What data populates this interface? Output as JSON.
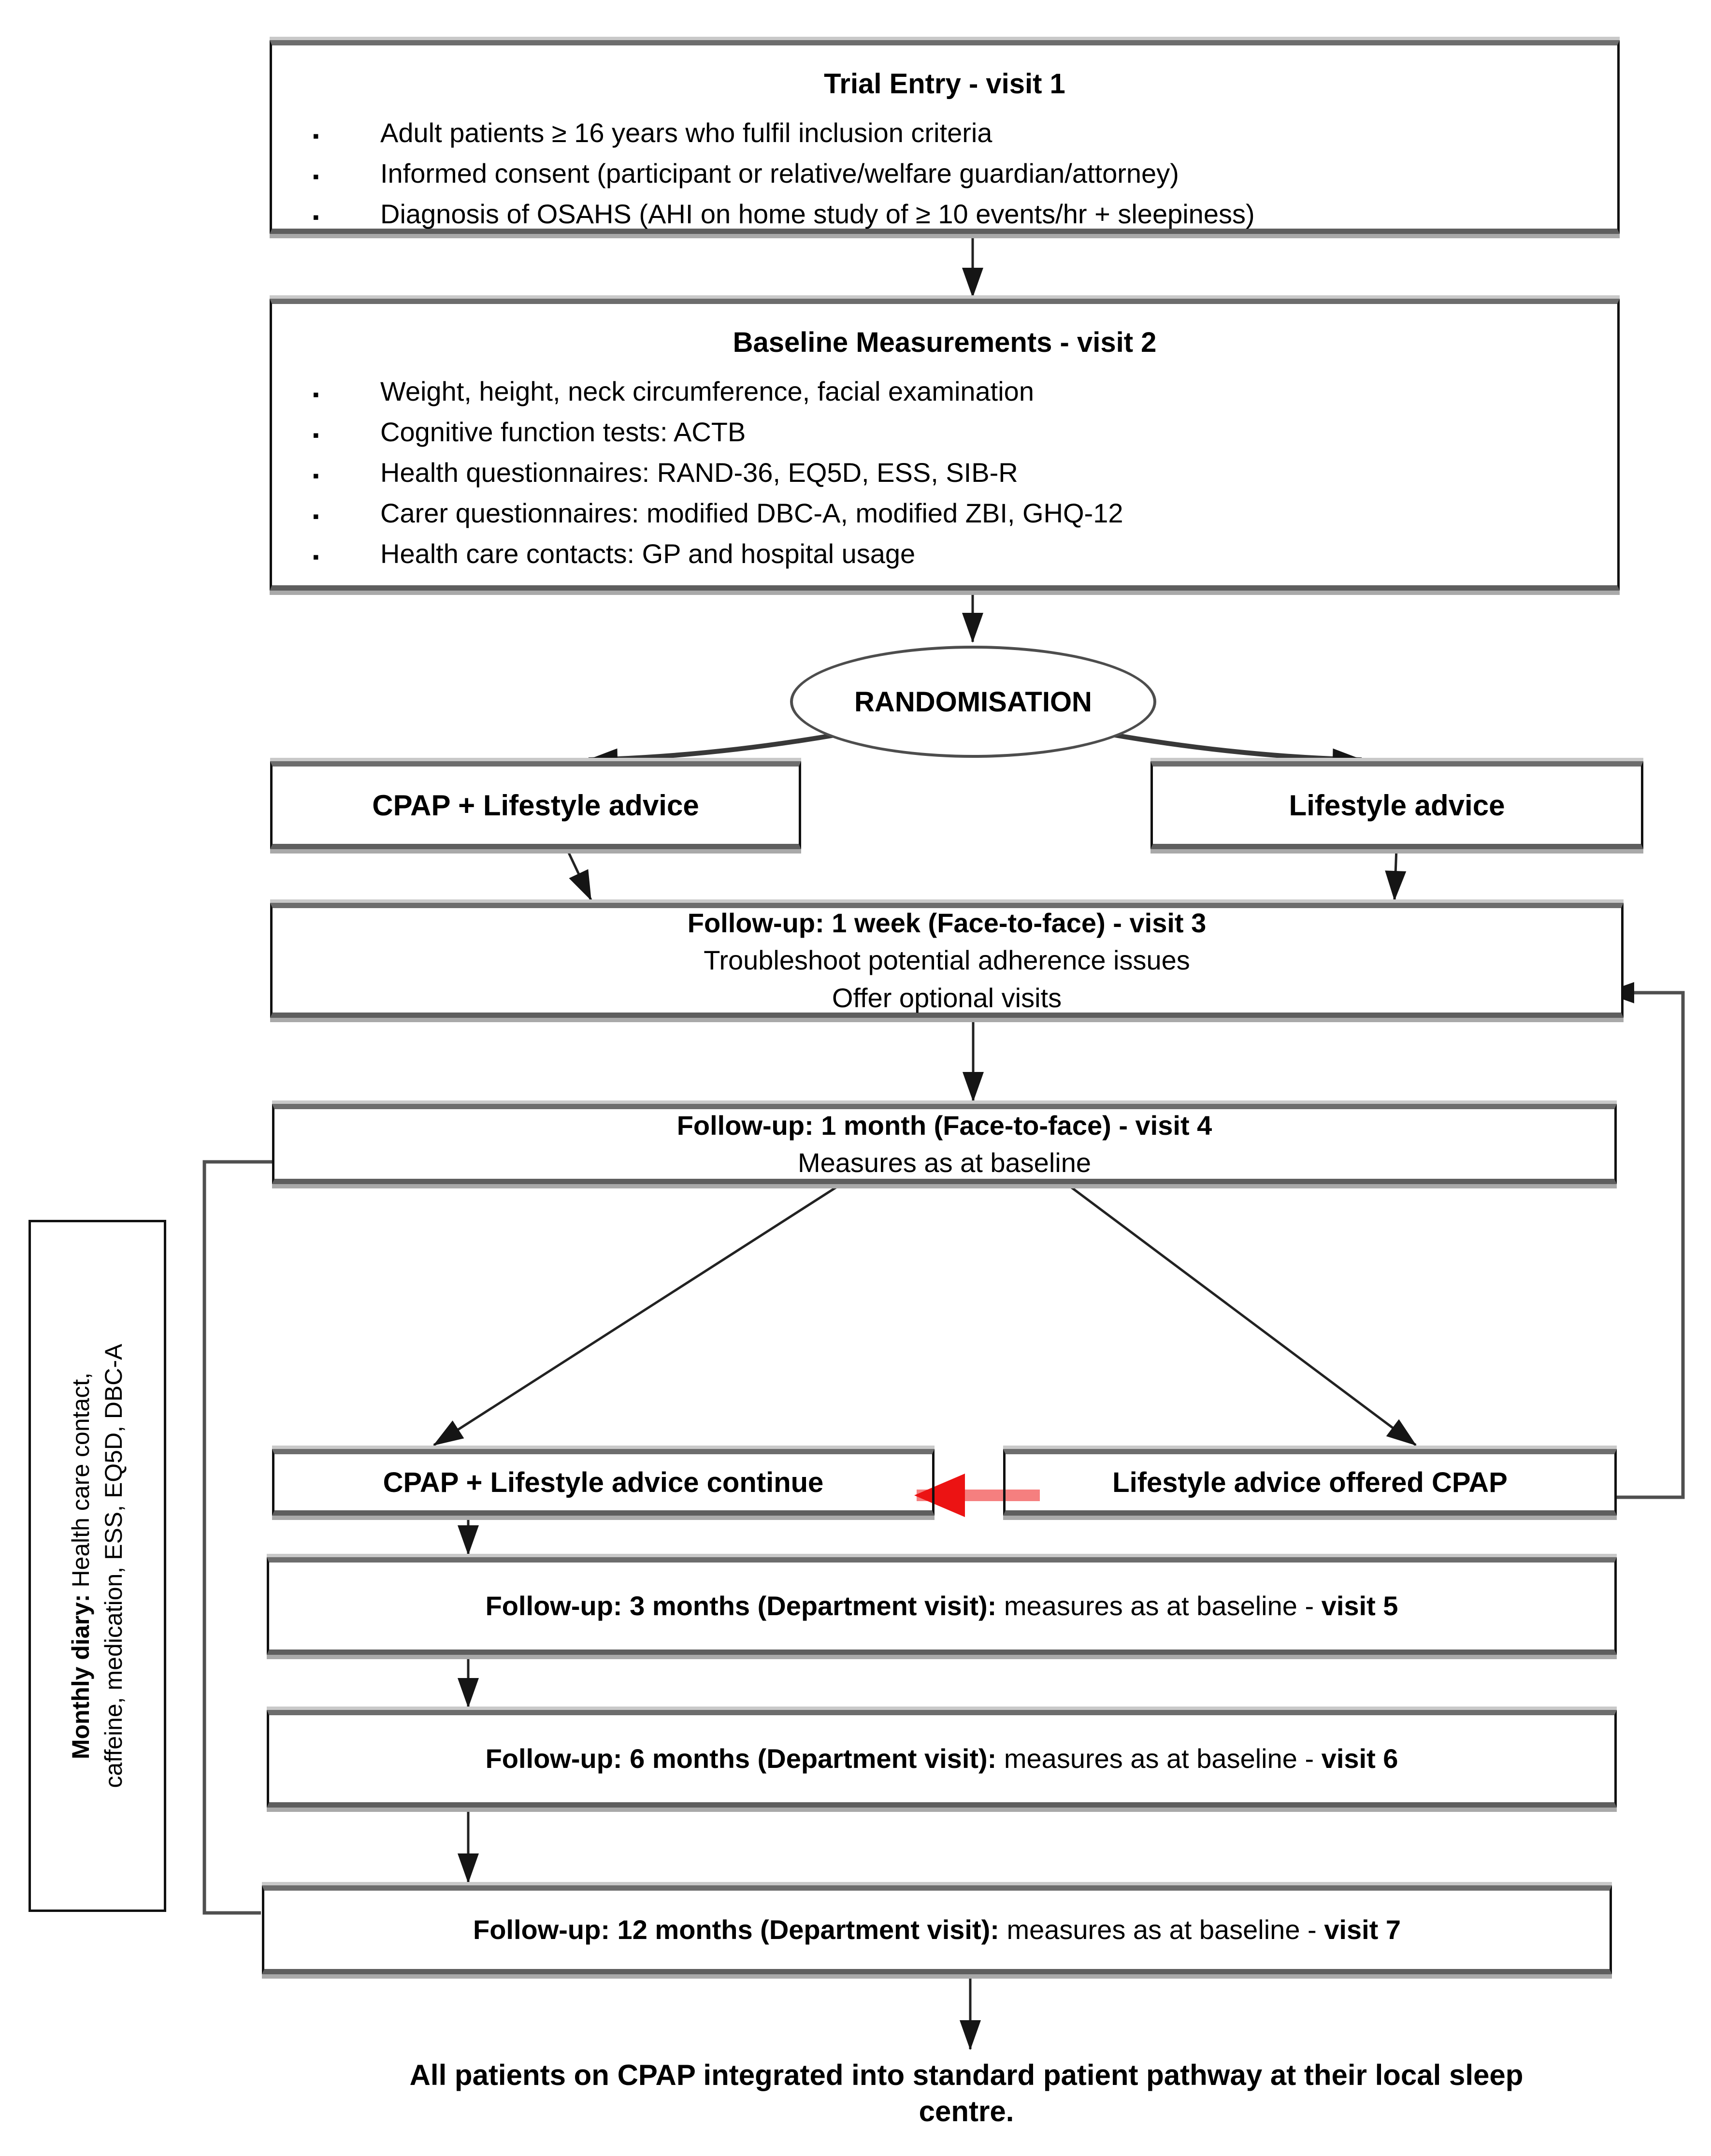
{
  "ui": {
    "bullet_char": "▪"
  },
  "trial_entry": {
    "title": "Trial Entry - visit 1",
    "bullets": [
      "Adult patients ≥ 16 years who fulfil inclusion criteria",
      "Informed consent (participant or relative/welfare guardian/attorney)",
      "Diagnosis of OSAHS (AHI on home study of ≥ 10 events/hr + sleepiness)"
    ]
  },
  "baseline": {
    "title": "Baseline Measurements - visit 2",
    "bullets": [
      "Weight, height, neck circumference, facial examination",
      "Cognitive function tests: ACTB",
      "Health questionnaires: RAND-36, EQ5D, ESS, SIB-R",
      "Carer questionnaires: modified DBC-A, modified ZBI, GHQ-12",
      "Health care contacts: GP and hospital usage"
    ]
  },
  "randomisation": {
    "label": "RANDOMISATION"
  },
  "arms": {
    "cpap": "CPAP + Lifestyle advice",
    "lifestyle": "Lifestyle advice"
  },
  "visit3": {
    "title": "Follow-up: 1 week (Face-to-face) - visit 3",
    "line2": "Troubleshoot potential adherence issues",
    "line3": "Offer optional visits"
  },
  "visit4": {
    "title": "Follow-up: 1 month (Face-to-face) - visit 4",
    "line2": "Measures as at baseline"
  },
  "continue_boxes": {
    "cpap_continue": "CPAP + Lifestyle advice continue",
    "lifestyle_offered": "Lifestyle advice offered CPAP"
  },
  "visit5": {
    "bold_lead": "Follow-up: 3 months (Department visit):",
    "middle": "measures as at baseline -",
    "bold_tail": "visit 5"
  },
  "visit6": {
    "bold_lead": "Follow-up: 6 months (Department visit):",
    "middle": "measures as at baseline -",
    "bold_tail": "visit 6"
  },
  "visit7": {
    "bold_lead": "Follow-up: 12 months (Department visit):",
    "middle": "measures as at baseline -",
    "bold_tail": "visit 7"
  },
  "monthly_diary": {
    "bold_lead": "Monthly diary:",
    "line1_rest": "Health care contact,",
    "line2": "caffeine, medication, ESS, EQ5D, DBC-A"
  },
  "footer": {
    "line1": "All patients on CPAP integrated into standard patient pathway at their local sleep",
    "line2": "centre."
  },
  "colors": {
    "line": "#222222",
    "gray_border": "#6d6d6d",
    "feedback_line": "#4f4f4f",
    "red_arrow_shaft": "#f57f7f",
    "red_arrow_head": "#ec1313"
  }
}
